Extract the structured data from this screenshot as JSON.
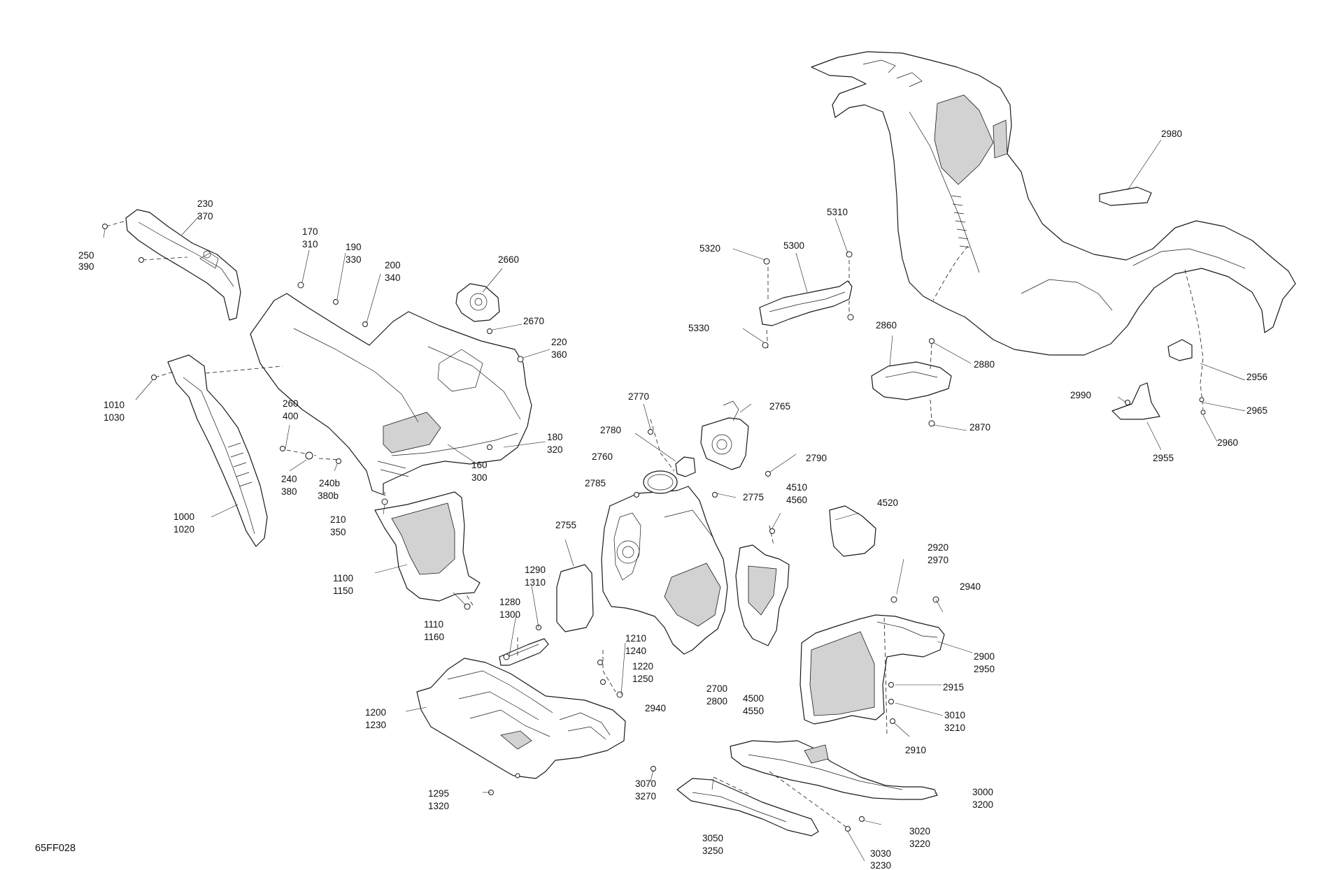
{
  "figure_code": "65FF028",
  "callouts": [
    [
      "230",
      "370"
    ],
    [
      "250",
      "390"
    ],
    [
      "170",
      "310"
    ],
    [
      "190",
      "330"
    ],
    [
      "200",
      "340"
    ],
    [
      "2660"
    ],
    [
      "2670"
    ],
    [
      "220",
      "360"
    ],
    [
      "1010",
      "1030"
    ],
    [
      "260",
      "400"
    ],
    [
      "180",
      "320"
    ],
    [
      "160",
      "300"
    ],
    [
      "240",
      "380"
    ],
    [
      "240b",
      "380b"
    ],
    [
      "210",
      "350"
    ],
    [
      "1000",
      "1020"
    ],
    [
      "1100",
      "1150"
    ],
    [
      "1110",
      "1160"
    ],
    [
      "1290",
      "1310"
    ],
    [
      "1280",
      "1300"
    ],
    [
      "1200",
      "1230"
    ],
    [
      "1295",
      "1320"
    ],
    [
      "2755"
    ],
    [
      "2770"
    ],
    [
      "2765"
    ],
    [
      "2780"
    ],
    [
      "2760"
    ],
    [
      "2785"
    ],
    [
      "2775"
    ],
    [
      "2790"
    ],
    [
      "2700",
      "2800"
    ],
    [
      "1210",
      "1240"
    ],
    [
      "1220",
      "1250"
    ],
    [
      "2940"
    ],
    [
      "3070",
      "3270"
    ],
    [
      "3050",
      "3250"
    ],
    [
      "4510",
      "4560"
    ],
    [
      "4520"
    ],
    [
      "4500",
      "4550"
    ],
    [
      "2920",
      "2970"
    ],
    [
      "2940"
    ],
    [
      "2900",
      "2950"
    ],
    [
      "2915"
    ],
    [
      "3010",
      "3210"
    ],
    [
      "2910"
    ],
    [
      "3000",
      "3200"
    ],
    [
      "3020",
      "3220"
    ],
    [
      "3030",
      "3230"
    ],
    [
      "5320"
    ],
    [
      "5300"
    ],
    [
      "5310"
    ],
    [
      "5330"
    ],
    [
      "2860"
    ],
    [
      "2880"
    ],
    [
      "2870"
    ],
    [
      "2980"
    ],
    [
      "2956"
    ],
    [
      "2990"
    ],
    [
      "2965"
    ],
    [
      "2955"
    ],
    [
      "2960"
    ]
  ]
}
